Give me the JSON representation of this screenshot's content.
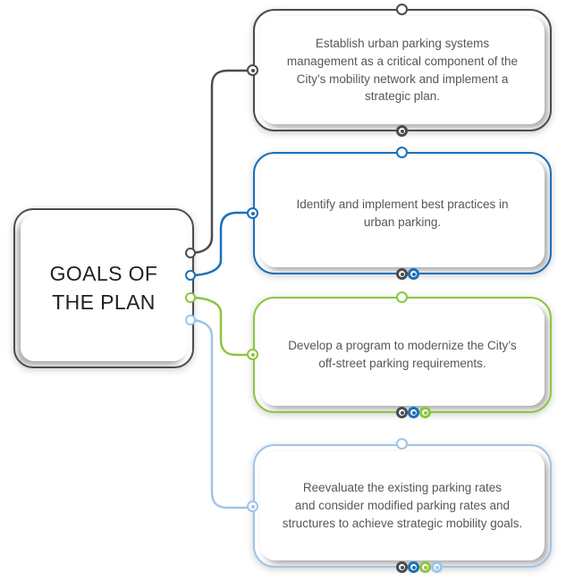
{
  "palette": {
    "dark_gray": "#4b4c4e",
    "blue": "#1b70b8",
    "green": "#8cc63f",
    "light_blue": "#9fc4e8",
    "body_text": "#56575b",
    "title_text": "#222224"
  },
  "main_node": {
    "title_lines": [
      "GOALS OF",
      "THE PLAN"
    ]
  },
  "goals": [
    {
      "color": "dark_gray",
      "text_lines": [
        "Establish urban parking systems",
        "management as a critical component of the",
        "City’s mobility network and implement a",
        "strategic plan."
      ],
      "trail_dots": [
        "dark_gray"
      ]
    },
    {
      "color": "blue",
      "text_lines": [
        "Identify and implement best practices in",
        "urban parking."
      ],
      "trail_dots": [
        "dark_gray",
        "blue"
      ]
    },
    {
      "color": "green",
      "text_lines": [
        "Develop a program to modernize the City’s",
        "off-street parking requirements."
      ],
      "trail_dots": [
        "dark_gray",
        "blue",
        "green"
      ]
    },
    {
      "color": "light_blue",
      "text_lines": [
        "Reevaluate the existing parking rates",
        "and consider modified parking rates and",
        "structures to achieve strategic mobility goals."
      ],
      "trail_dots": [
        "dark_gray",
        "blue",
        "green",
        "light_blue"
      ]
    }
  ]
}
